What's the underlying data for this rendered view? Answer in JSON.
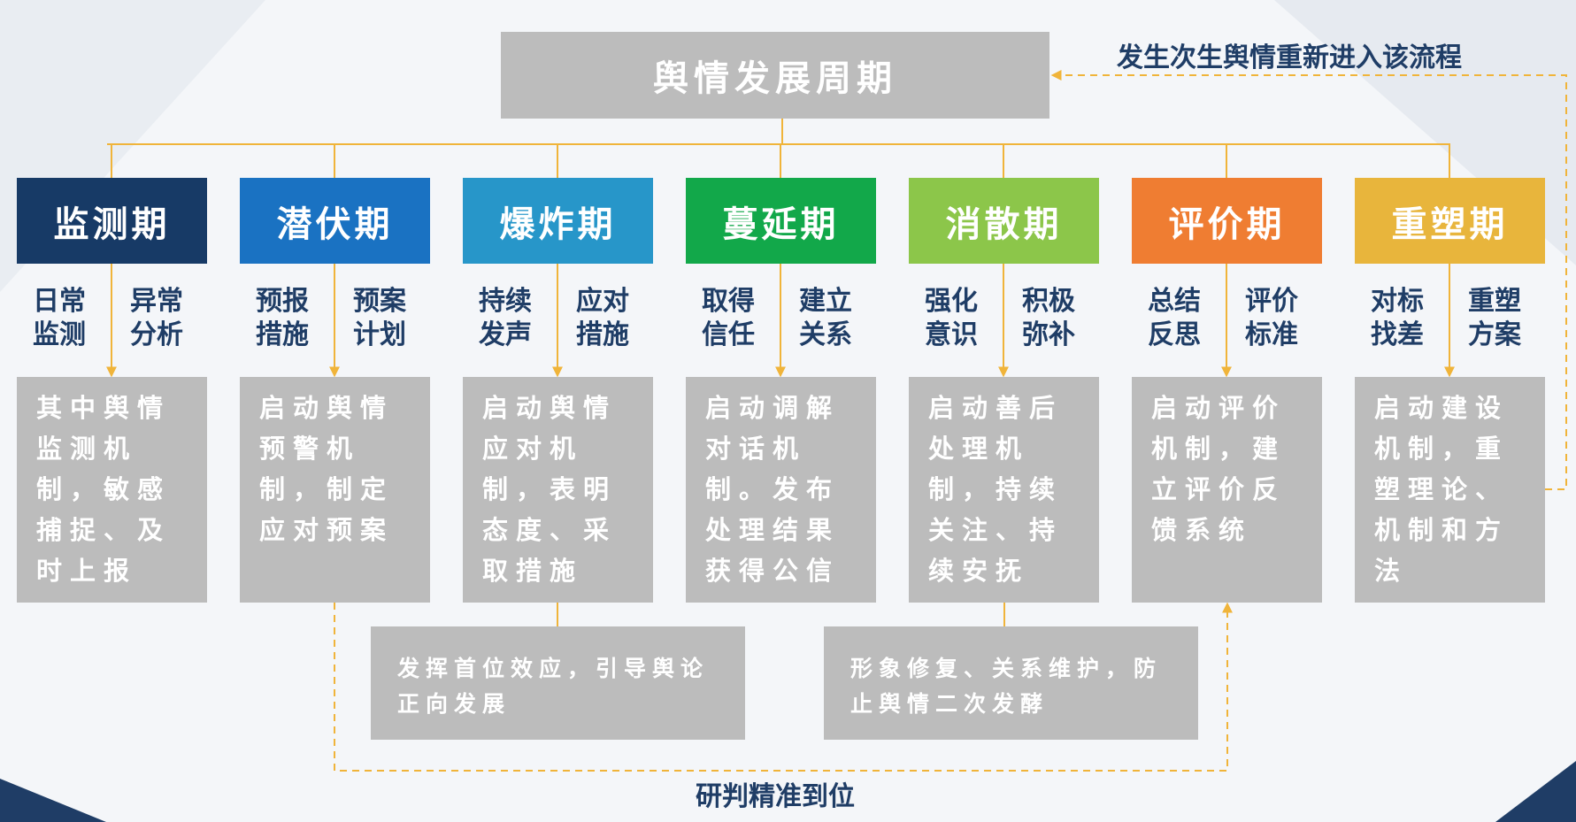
{
  "title": "舆情发展周期",
  "reenter_label": "发生次生舆情重新进入该流程",
  "bottom_label": "研判精准到位",
  "stages": [
    {
      "name": "监测期",
      "color": "#173a66",
      "left_words": [
        "日常",
        "监测"
      ],
      "right_words": [
        "异常",
        "分析"
      ],
      "desc": "其中舆情监测机制，敏感捕捉、及时上报"
    },
    {
      "name": "潜伏期",
      "color": "#1a72c2",
      "left_words": [
        "预报",
        "措施"
      ],
      "right_words": [
        "预案",
        "计划"
      ],
      "desc": "启动舆情预警机制，制定应对预案"
    },
    {
      "name": "爆炸期",
      "color": "#2796c9",
      "left_words": [
        "持续",
        "发声"
      ],
      "right_words": [
        "应对",
        "措施"
      ],
      "desc": "启动舆情应对机制，表明态度、采取措施"
    },
    {
      "name": "蔓延期",
      "color": "#12a84a",
      "left_words": [
        "取得",
        "信任"
      ],
      "right_words": [
        "建立",
        "关系"
      ],
      "desc": "启动调解对话机制。发布处理结果获得公信"
    },
    {
      "name": "消散期",
      "color": "#8cc64a",
      "left_words": [
        "强化",
        "意识"
      ],
      "right_words": [
        "积极",
        "弥补"
      ],
      "desc": "启动善后处理机制，持续关注、持续安抚"
    },
    {
      "name": "评价期",
      "color": "#ef7d32",
      "left_words": [
        "总结",
        "反思"
      ],
      "right_words": [
        "评价",
        "标准"
      ],
      "desc": "启动评价机制，建立评价反馈系统"
    },
    {
      "name": "重塑期",
      "color": "#e8b53c",
      "left_words": [
        "对标",
        "找差"
      ],
      "right_words": [
        "重塑",
        "方案"
      ],
      "desc": "启动建设机制，重塑理论、机制和方法"
    }
  ],
  "sub_boxes": [
    {
      "text": "发挥首位效应，引导舆论正向发展"
    },
    {
      "text": "形象修复、关系维护，防止舆情二次发酵"
    }
  ],
  "colors": {
    "connector": "#f0b43a",
    "text_dark": "#1f3d66",
    "box_gray": "#bcbcbc"
  }
}
